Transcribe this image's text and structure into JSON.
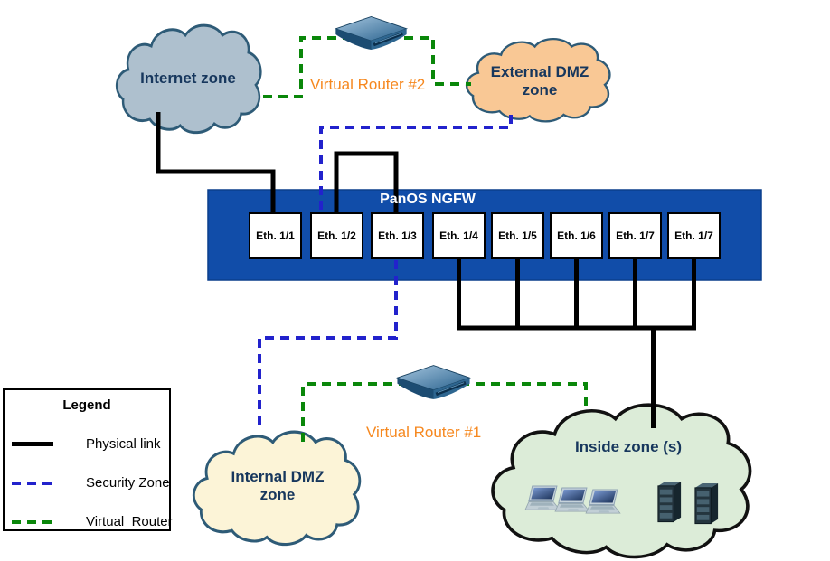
{
  "diagram": {
    "firewall": {
      "title": "PanOS NGFW",
      "ports": [
        {
          "label": "Eth. 1/1"
        },
        {
          "label": "Eth. 1/2"
        },
        {
          "label": "Eth. 1/3"
        },
        {
          "label": "Eth. 1/4"
        },
        {
          "label": "Eth. 1/5"
        },
        {
          "label": "Eth. 1/6"
        },
        {
          "label": "Eth. 1/7"
        },
        {
          "label": "Eth. 1/7"
        }
      ]
    },
    "zones": {
      "internet": {
        "label": "Internet zone",
        "fill": "#AEC0CE",
        "border": "#2E5B77"
      },
      "external_dmz": {
        "label": "External DMZ zone",
        "fill": "#F9C895",
        "border": "#2E5B77"
      },
      "internal_dmz": {
        "label": "Internal DMZ zone",
        "fill": "#FCF4D7",
        "border": "#2E5B77"
      },
      "inside": {
        "label": "Inside zone (s)",
        "fill": "#DCECD8",
        "border": "#111111"
      }
    },
    "routers": {
      "vr2": {
        "label": "Virtual Router #2"
      },
      "vr1": {
        "label": "Virtual Router #1"
      }
    },
    "legend": {
      "title": "Legend",
      "items": [
        {
          "label": "Physical link",
          "style": "solid",
          "color": "#000000"
        },
        {
          "label": "Security Zone",
          "style": "dashed",
          "color": "#2222CC"
        },
        {
          "label": "Virtual  Router",
          "style": "dashed",
          "color": "#0A870A"
        }
      ]
    },
    "colors": {
      "firewall_fill": "#114DA9",
      "zone_text": "#17375D",
      "router_text": "#F6881F",
      "physical_link": "#000000",
      "security_zone_line": "#2222CC",
      "virtual_router_line": "#0A870A"
    }
  }
}
